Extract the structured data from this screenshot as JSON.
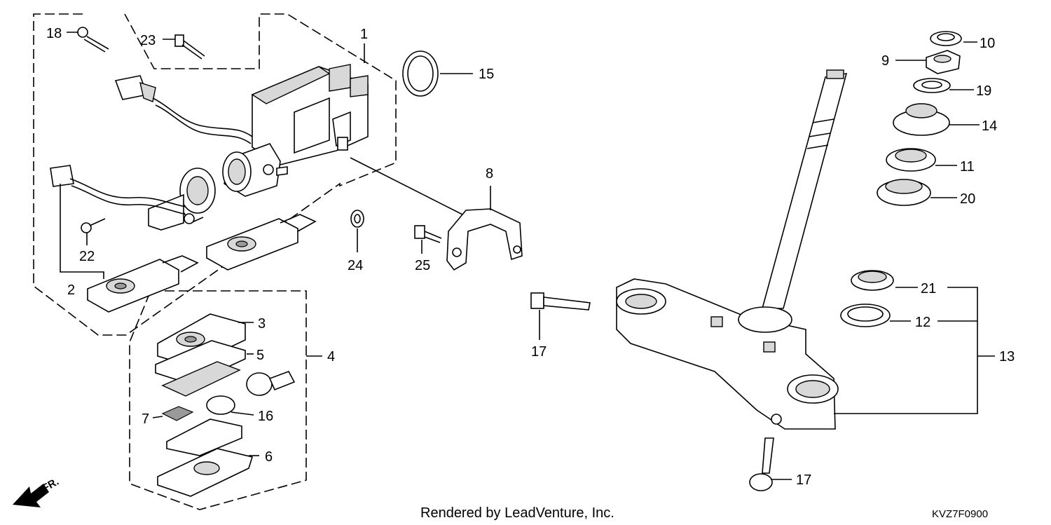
{
  "callouts": {
    "c1": "1",
    "c2": "2",
    "c3": "3",
    "c4": "4",
    "c5": "5",
    "c6": "6",
    "c7": "7",
    "c8": "8",
    "c9": "9",
    "c10": "10",
    "c11": "11",
    "c12": "12",
    "c13": "13",
    "c14": "14",
    "c15": "15",
    "c16": "16",
    "c17a": "17",
    "c17b": "17",
    "c18": "18",
    "c19": "19",
    "c20": "20",
    "c21": "21",
    "c22": "22",
    "c23": "23",
    "c24": "24",
    "c25": "25"
  },
  "direction_label": "FR.",
  "footer_text": "Rendered by LeadVenture, Inc.",
  "diagram_code": "KVZ7F0900"
}
